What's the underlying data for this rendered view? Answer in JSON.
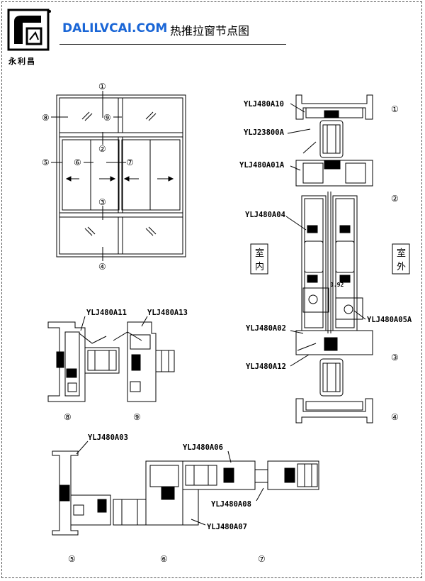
{
  "header": {
    "brand": "DALILVCAI.COM",
    "title": "热推拉窗节点图",
    "logo_text": "永利昌"
  },
  "markers": [
    "①",
    "②",
    "③",
    "④",
    "⑤",
    "⑥",
    "⑦",
    "⑧",
    "⑨"
  ],
  "labels": {
    "a10": "YLJ480A10",
    "b23800": "YLJ23800A",
    "a01a": "YLJ480A01A",
    "a04": "YLJ480A04",
    "a02": "YLJ480A02",
    "a12": "YLJ480A12",
    "a05a": "YLJ480A05A",
    "a11": "YLJ480A11",
    "a13": "YLJ480A13",
    "a03": "YLJ480A03",
    "a06": "YLJ480A06",
    "a08": "YLJ480A08",
    "a07": "YLJ480A07",
    "dim": "0.92"
  },
  "side_labels": {
    "indoor": [
      "室",
      "内"
    ],
    "outdoor": [
      "室",
      "外"
    ]
  },
  "colors": {
    "line": "#000000",
    "brand": "#1a66d6"
  }
}
